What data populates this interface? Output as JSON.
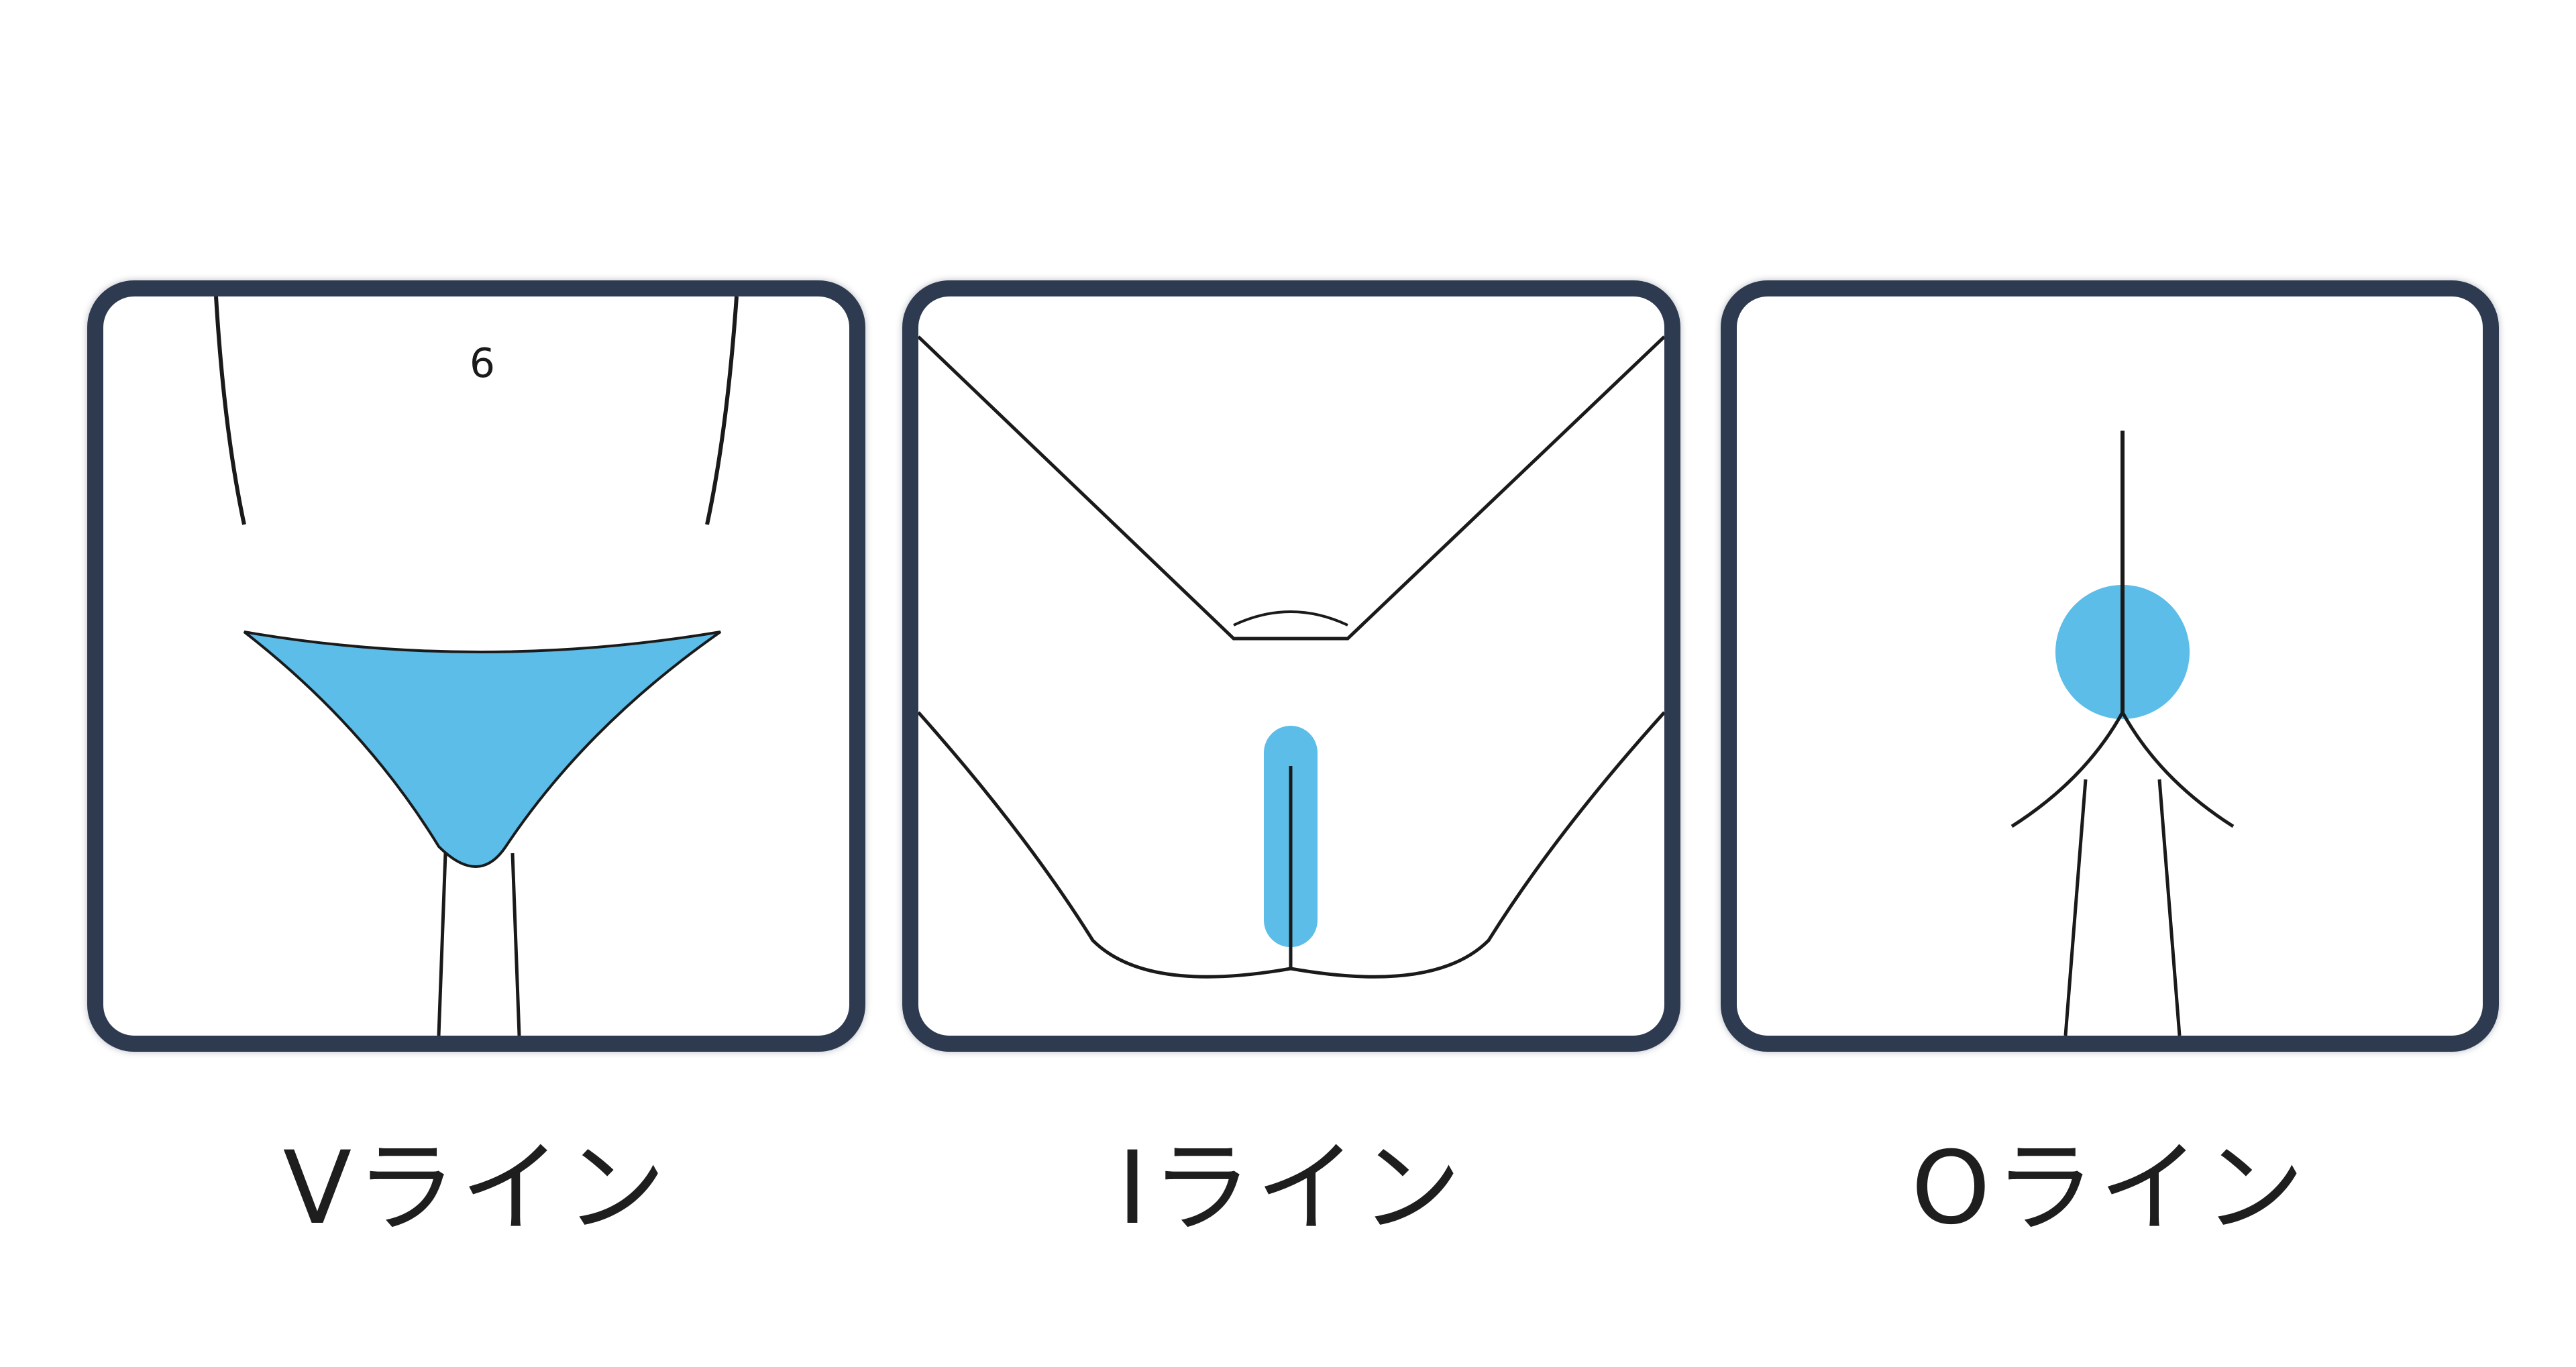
{
  "colors": {
    "highlight": "#5BBDE8",
    "border": "#2E3A50",
    "line": "#1a1a1a"
  },
  "panels": [
    {
      "id": "v",
      "label": "Vライン",
      "marker": "6"
    },
    {
      "id": "i",
      "label": "Iライン"
    },
    {
      "id": "o",
      "label": "Oライン"
    }
  ]
}
